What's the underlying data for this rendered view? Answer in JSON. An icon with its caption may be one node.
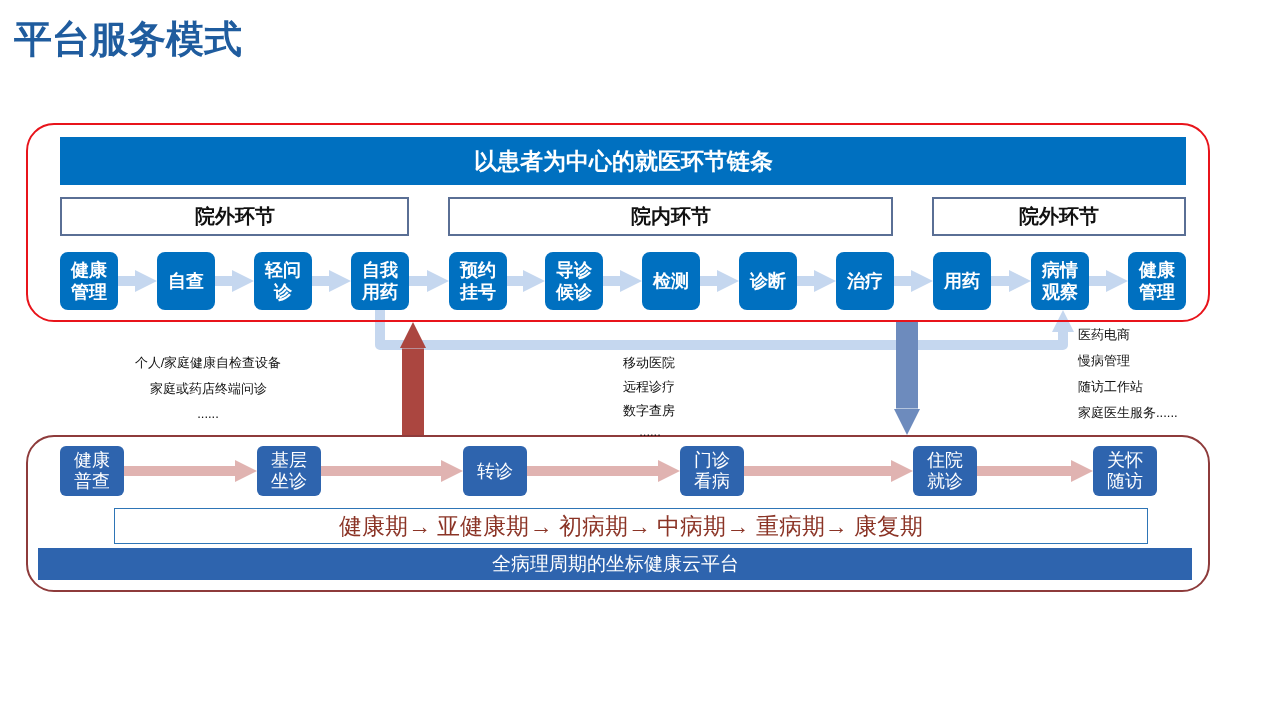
{
  "diagram": {
    "title": "平台服务模式",
    "nodes": [
      {
        "text": [],
        "shape": "box"
      },
      {
        "text": [
          "以患者为中心的就医环节链条"
        ],
        "in": 0
      },
      {
        "text": [
          "院外环节"
        ],
        "in": 0
      },
      {
        "text": [
          "院内环节"
        ],
        "in": 0
      },
      {
        "text": [
          "院外环节"
        ],
        "in": 0
      },
      {
        "text": [
          "健康管理"
        ],
        "in": 0
      },
      {
        "text": [
          "自查"
        ],
        "in": 0
      },
      {
        "text": [
          "轻问诊"
        ],
        "in": 0
      },
      {
        "text": [
          "自我用药"
        ],
        "in": 0
      },
      {
        "text": [
          "预约挂号"
        ],
        "in": 0
      },
      {
        "text": [
          "导诊候诊"
        ],
        "in": 0
      },
      {
        "text": [
          "检测"
        ],
        "in": 0
      },
      {
        "text": [
          "诊断"
        ],
        "in": 0
      },
      {
        "text": [
          "治疗"
        ],
        "in": 0
      },
      {
        "text": [
          "用药"
        ],
        "in": 0
      },
      {
        "text": [
          "病情观察"
        ],
        "in": 0
      },
      {
        "text": [
          "健康管理"
        ],
        "in": 0
      },
      {
        "text": [],
        "shape": "box"
      },
      {
        "text": [
          "健康普查"
        ],
        "in": 17
      },
      {
        "text": [
          "基层坐诊"
        ],
        "in": 17
      },
      {
        "text": [
          "转诊"
        ],
        "in": 17
      },
      {
        "text": [
          "门诊看病"
        ],
        "in": 17
      },
      {
        "text": [
          "住院就诊"
        ],
        "in": 17
      },
      {
        "text": [
          "关怀随访"
        ],
        "in": 17
      },
      {
        "text": [
          "健康期→ 亚健康期→ 初病期→ 中病期→ 重病期→ 康复期"
        ],
        "in": 17
      },
      {
        "text": [
          "全病理周期的坐标健康云平台"
        ],
        "in": 17
      }
    ],
    "edges": [
      {
        "from": 5,
        "to": 6,
        "arrow": "to"
      },
      {
        "from": 6,
        "to": 7,
        "arrow": "to"
      },
      {
        "from": 7,
        "to": 8,
        "arrow": "to"
      },
      {
        "from": 8,
        "to": 9,
        "arrow": "to"
      },
      {
        "from": 9,
        "to": 10,
        "arrow": "to"
      },
      {
        "from": 10,
        "to": 11,
        "arrow": "to"
      },
      {
        "from": 11,
        "to": 12,
        "arrow": "to"
      },
      {
        "from": 12,
        "to": 13,
        "arrow": "to"
      },
      {
        "from": 13,
        "to": 14,
        "arrow": "to"
      },
      {
        "from": 14,
        "to": 15,
        "arrow": "to"
      },
      {
        "from": 15,
        "to": 16,
        "arrow": "to"
      },
      {
        "from": 8,
        "to": 15,
        "arrow": "to"
      },
      {
        "from": 17,
        "to": 0,
        "arrow": "to",
        "style": "thick",
        "color": "#ab4640"
      },
      {
        "from": 0,
        "to": 17,
        "arrow": "to",
        "style": "thick",
        "color": "#6d8bbd"
      },
      {
        "from": 18,
        "to": 19,
        "arrow": "to",
        "color": "#e0b3b1"
      },
      {
        "from": 19,
        "to": 20,
        "arrow": "to",
        "color": "#e0b3b1"
      },
      {
        "from": 20,
        "to": 21,
        "arrow": "to",
        "color": "#e0b3b1"
      },
      {
        "from": 21,
        "to": 22,
        "arrow": "to",
        "color": "#e0b3b1"
      },
      {
        "from": 22,
        "to": 23,
        "arrow": "to",
        "color": "#e0b3b1"
      }
    ],
    "labels": [
      "个人/家庭健康自检查设备",
      "家庭或药店终端问诊",
      "......",
      "移动医院",
      "远程诊疗",
      "数字查房",
      "......",
      "医药电商",
      "慢病管理",
      "随访工作站",
      "家庭医生服务......"
    ]
  }
}
